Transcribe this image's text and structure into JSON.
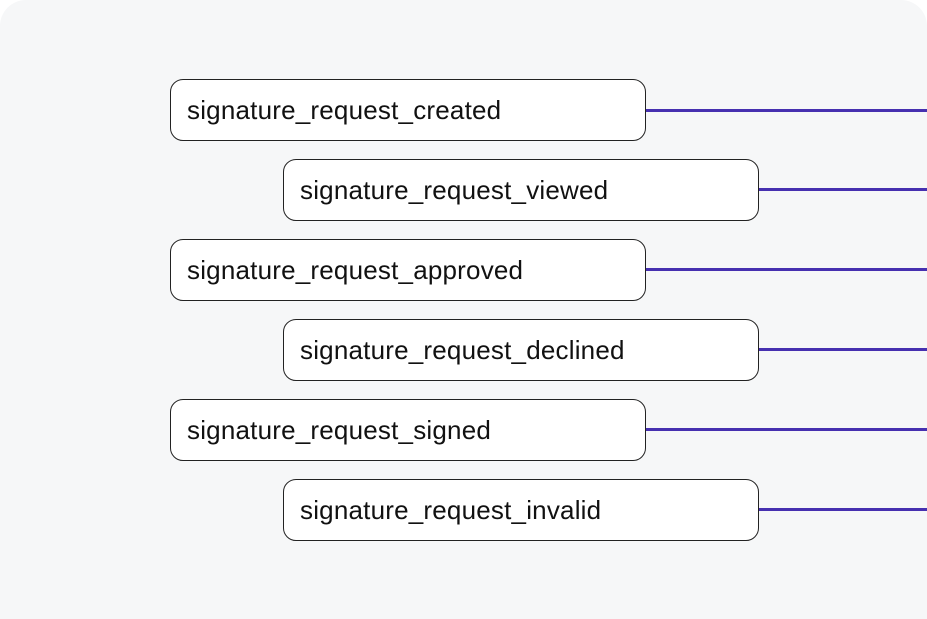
{
  "events": [
    {
      "label": "signature_request_created"
    },
    {
      "label": "signature_request_viewed"
    },
    {
      "label": "signature_request_approved"
    },
    {
      "label": "signature_request_declined"
    },
    {
      "label": "signature_request_signed"
    },
    {
      "label": "signature_request_invalid"
    }
  ],
  "colors": {
    "background": "#f6f7f8",
    "box_fill": "#ffffff",
    "box_border": "#222222",
    "connector": "#4630b0",
    "text": "#111111"
  }
}
